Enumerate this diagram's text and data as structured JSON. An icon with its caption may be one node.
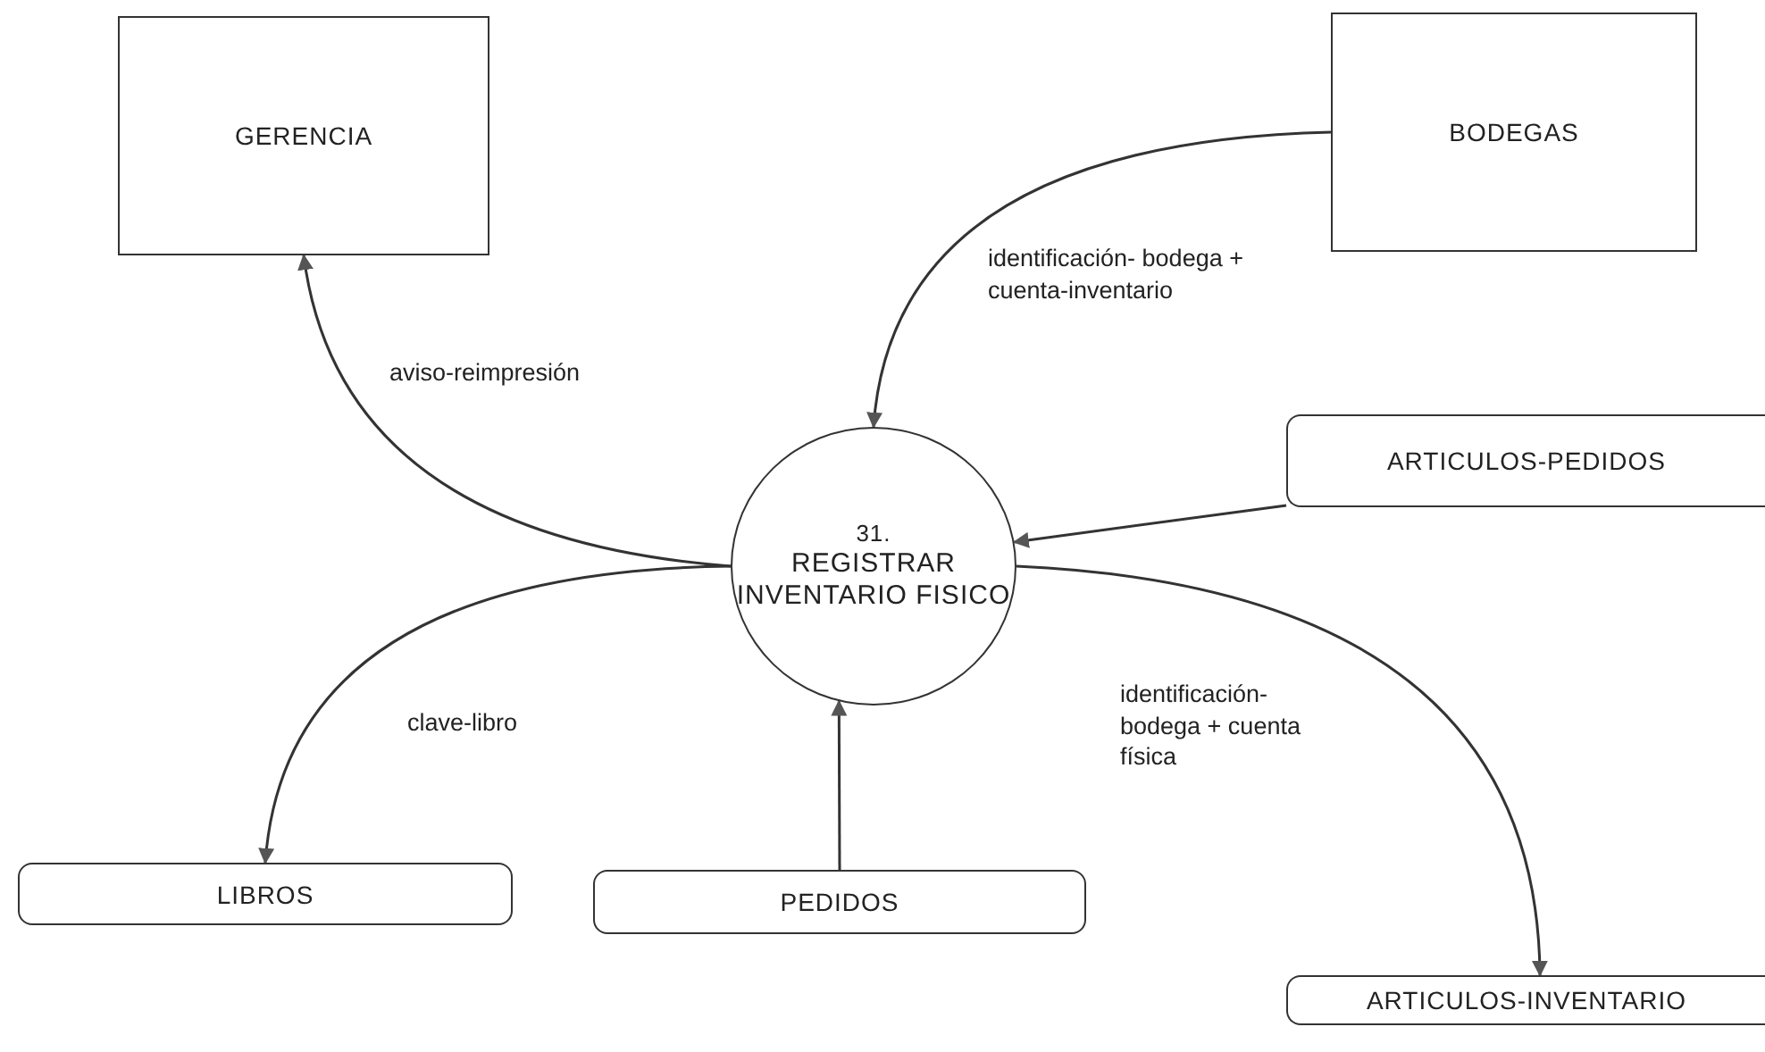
{
  "diagram": {
    "nodes": [
      {
        "text": [
          "GERENCIA"
        ]
      },
      {
        "text": [
          "BODEGAS"
        ]
      },
      {
        "text": [
          "31.",
          "REGISTRAR INVENTARIO FISICO"
        ]
      },
      {
        "text": [
          "ARTICULOS-PEDIDOS"
        ]
      },
      {
        "text": [
          "LIBROS"
        ]
      },
      {
        "text": [
          "PEDIDOS"
        ]
      },
      {
        "text": [
          "ARTICULOS-INVENTARIO"
        ]
      }
    ],
    "edges": [
      {
        "from": 2,
        "to": 0,
        "arrow": "to",
        "label": "aviso-reimpresión"
      },
      {
        "from": 1,
        "to": 2,
        "arrow": "to",
        "label": "identificación- bodega + cuenta-inventario"
      },
      {
        "from": 3,
        "to": 2,
        "arrow": "to"
      },
      {
        "from": 2,
        "to": 4,
        "arrow": "to",
        "label": "clave-libro"
      },
      {
        "from": 5,
        "to": 2,
        "arrow": "to"
      },
      {
        "from": 2,
        "to": 6,
        "arrow": "to",
        "label": "identificación- bodega + cuenta física"
      }
    ]
  }
}
